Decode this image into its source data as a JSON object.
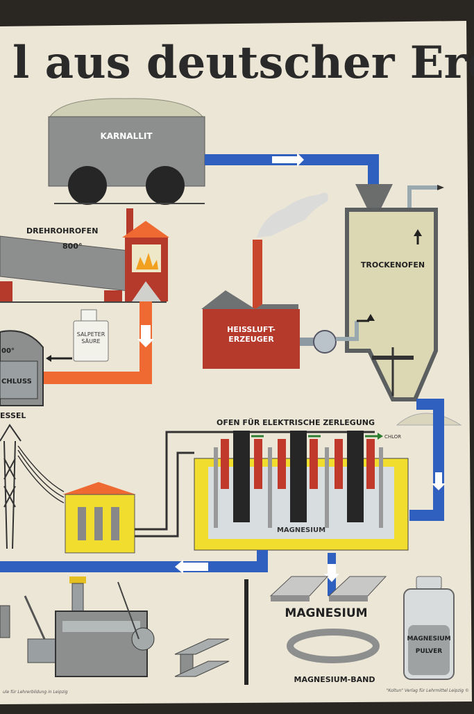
{
  "poster": {
    "title": "l aus deutscher Erde",
    "footer_left": "ule für Lehrerbildung in Leipzig",
    "footer_right": "\"Koltun\" Verlag für Lehrmittel Leipzig ©"
  },
  "labels": {
    "karnallit": "KARNALLIT",
    "drehrohrofen": "DREHROHROFEN",
    "temp_ofen": "800°",
    "temp_kessel": "00°",
    "trockenofen": "TROCKENOFEN",
    "heissluft_1": "HEISSLUFT-",
    "heissluft_2": "ERZEUGER",
    "salpeter_1": "SALPETER",
    "salpeter_2": "SÄURE",
    "verschluss": "CHLUSS",
    "kessel": "ESSEL",
    "ofen_zerlegung": "OFEN FÜR ELEKTRISCHE ZERLEGUNG",
    "chlor": "CHLOR",
    "magnesium_bath": "MAGNESIUM",
    "magnesium_title": "MAGNESIUM",
    "magnesium_band": "MAGNESIUM-BAND",
    "pulver_1": "MAGNESIUM",
    "pulver_2": "PULVER"
  },
  "colors": {
    "paper": "#ece6d6",
    "gray": "#8d8f8f",
    "dark": "#262626",
    "blue": "#2f5fbf",
    "orange": "#ef6a32",
    "red": "#b53a2b",
    "yellow": "#f1dd2e"
  }
}
